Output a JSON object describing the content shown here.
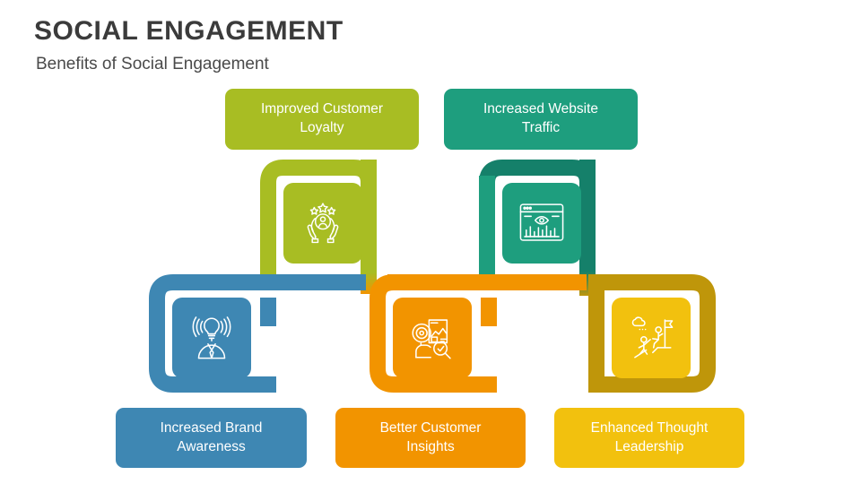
{
  "header": {
    "title": "SOCIAL ENGAGEMENT",
    "subtitle": "Benefits of Social Engagement"
  },
  "colors": {
    "green": "#A8BD23",
    "green_dark": "#9BB01C",
    "teal": "#1E9E7E",
    "teal_dark": "#15806A",
    "blue": "#3E87B3",
    "orange": "#F29400",
    "yellow": "#F2C10E",
    "yellow_dark": "#BF960A",
    "title_text": "#3B3B3B",
    "subtitle_text": "#4A4A4A",
    "label_text": "#FFFFFF",
    "background": "#FFFFFF"
  },
  "nodes": [
    {
      "id": "improved-customer-loyalty",
      "label": "Improved Customer\nLoyalty",
      "label_line1": "Improved Customer",
      "label_line2": "Loyalty",
      "color": "#A8BD23",
      "icon": "hands-holding-person-stars-icon",
      "position": "top",
      "column": 1
    },
    {
      "id": "increased-website-traffic",
      "label": "Increased Website\nTraffic",
      "label_line1": "Increased Website",
      "label_line2": "Traffic",
      "color": "#1E9E7E",
      "icon": "browser-eye-bar-chart-icon",
      "position": "top",
      "column": 2
    },
    {
      "id": "increased-brand-awareness",
      "label": "Increased Brand\nAwareness",
      "label_line1": "Increased Brand",
      "label_line2": "Awareness",
      "color": "#3E87B3",
      "icon": "person-lightbulb-broadcast-icon",
      "position": "bottom",
      "column": 1
    },
    {
      "id": "better-customer-insights",
      "label": "Better Customer\nInsights",
      "label_line1": "Better Customer",
      "label_line2": "Insights",
      "color": "#F29400",
      "icon": "person-target-magnifier-report-icon",
      "position": "bottom",
      "column": 2
    },
    {
      "id": "enhanced-thought-leadership",
      "label": "Enhanced Thought\nLeadership",
      "label_line1": "Enhanced Thought",
      "label_line2": "Leadership",
      "color": "#F2C10E",
      "icon": "people-climbing-flag-icon",
      "position": "bottom",
      "column": 3
    }
  ]
}
